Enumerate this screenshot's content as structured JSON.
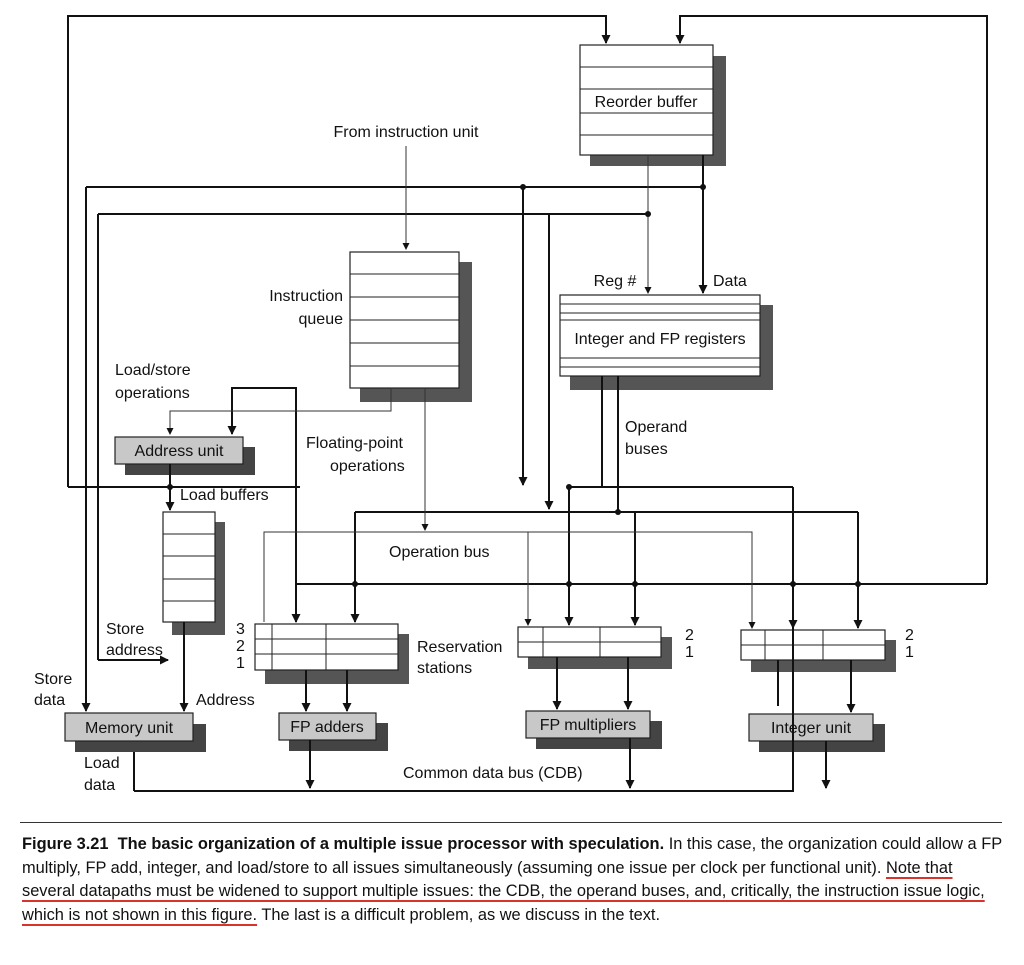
{
  "diagram": {
    "reorder_buffer": "Reorder buffer",
    "from_instruction_unit": "From instruction unit",
    "reg_num": "Reg #",
    "data": "Data",
    "registers": "Integer and FP registers",
    "instruction_queue": [
      "Instruction",
      "queue"
    ],
    "load_store_operations": [
      "Load/store",
      "operations"
    ],
    "address_unit": "Address unit",
    "floating_point_operations": [
      "Floating-point",
      "operations"
    ],
    "operand_buses": [
      "Operand",
      "buses"
    ],
    "load_buffers": "Load buffers",
    "operation_bus": "Operation bus",
    "store_address": [
      "Store",
      "address"
    ],
    "store_data": [
      "Store",
      "data"
    ],
    "address": "Address",
    "reservation_stations": [
      "Reservation",
      "stations"
    ],
    "fp_adders_rows": [
      "3",
      "2",
      "1"
    ],
    "two_row_labels": [
      "2",
      "1"
    ],
    "memory_unit": "Memory unit",
    "fp_adders": "FP adders",
    "fp_multipliers": "FP multipliers",
    "integer_unit": "Integer unit",
    "load_data": [
      "Load",
      "data"
    ],
    "cdb": "Common data bus (CDB)"
  },
  "caption": {
    "figure_label": "Figure 3.21",
    "title": "The basic organization of a multiple issue processor with speculation.",
    "text_1": "In this case, the organization could allow a FP multiply, FP add, integer, and load/store to all issues simultaneously (assuming one issue per clock per functional unit).",
    "highlighted": "Note that several datapaths must be widened to support multiple issues: the CDB, the operand buses, and, critically, the instruction issue logic, which is not shown in this figure.",
    "text_2": "The last is a difficult problem, as we discuss in the text.",
    "highlight_color": "#d9342b"
  }
}
